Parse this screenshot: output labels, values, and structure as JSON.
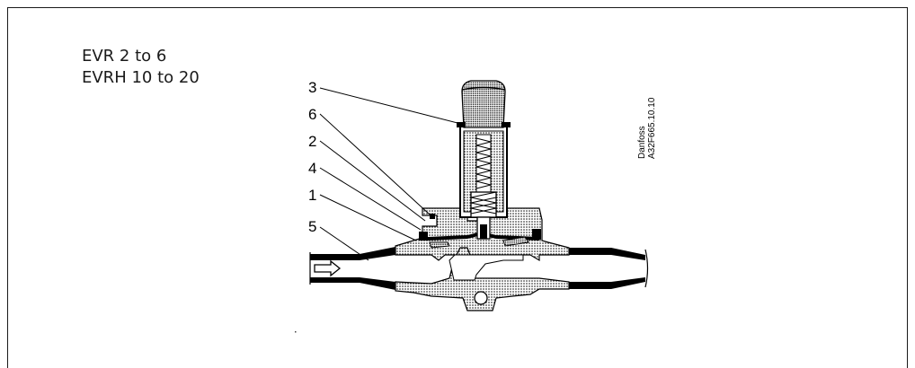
{
  "models": {
    "line1": "EVR 2 to 6",
    "line2": "EVRH 10 to 20"
  },
  "callouts": {
    "c3": "3",
    "c6": "6",
    "c2": "2",
    "c4": "4",
    "c1": "1",
    "c5": "5"
  },
  "reference": {
    "brand": "Danfoss",
    "code": "A32F665.10.10"
  },
  "colors": {
    "line": "#000000",
    "hatch": "#000000"
  }
}
